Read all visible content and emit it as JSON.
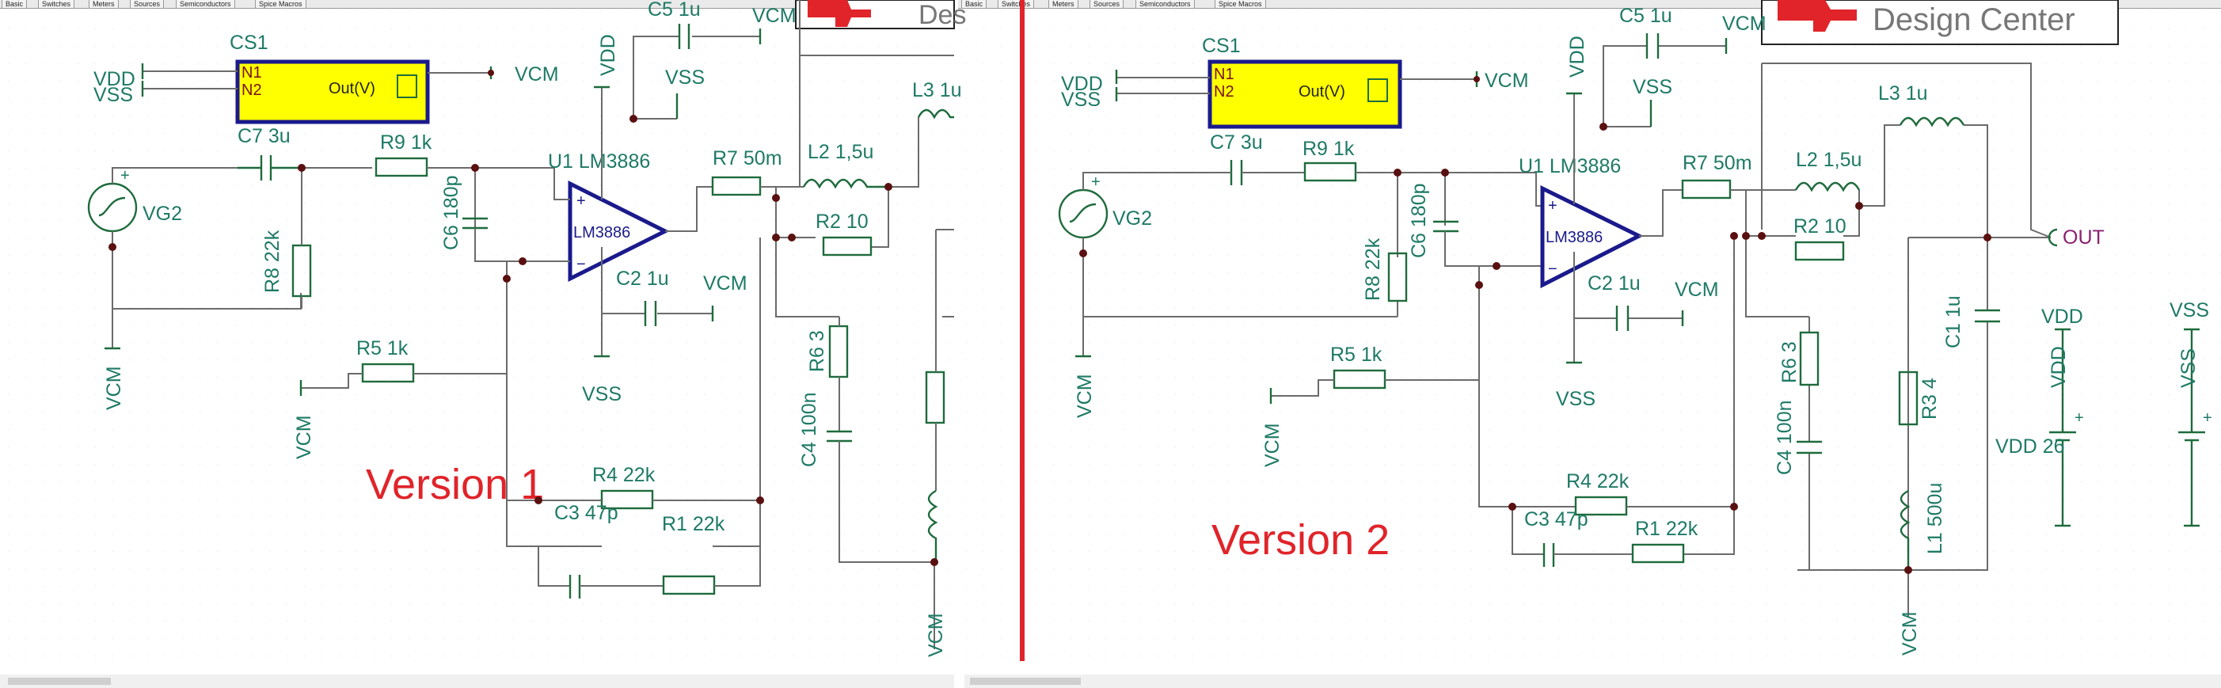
{
  "toolbar": {
    "left_tabs": [
      "Basic",
      "Switches",
      "Meters",
      "Sources",
      "Semiconductors",
      "Spice Macros"
    ],
    "right_tabs": [
      "Basic",
      "Switches",
      "Meters",
      "Sources",
      "Semiconductors",
      "Spice Macros"
    ]
  },
  "left": {
    "version": "Version 1",
    "labels": {
      "cs1": "CS1",
      "n1": "N1",
      "n2": "N2",
      "outv": "Out(V)",
      "vdd_in": "VDD",
      "vss_in": "VSS",
      "vcm_out": "VCM",
      "c7": "C7 3u",
      "r9": "R9 1k",
      "vg2": "VG2",
      "r8": "R8 22k",
      "vcm1": "VCM",
      "r5": "R5 1k",
      "vcm2": "VCM",
      "c6": "C6 180p",
      "u1": "U1 LM3886",
      "opamp": "LM3886",
      "vdd_top": "VDD",
      "c5": "C5 1u",
      "vcm_c5": "VCM",
      "vss_c5": "VSS",
      "r7": "R7 50m",
      "l2": "L2 1,5u",
      "r2": "R2 10",
      "l3": "L3 1u",
      "c2": "C2 1u",
      "vcm_c2": "VCM",
      "vss_op": "VSS",
      "r6": "R6 3",
      "c4": "C4 100n",
      "r4": "R4 22k",
      "c3": "C3 47p",
      "r1": "R1 22k",
      "vcm_bot": "VCM",
      "design": "Des"
    }
  },
  "right": {
    "version": "Version 2",
    "labels": {
      "cs1": "CS1",
      "n1": "N1",
      "n2": "N2",
      "outv": "Out(V)",
      "vdd_in": "VDD",
      "vss_in": "VSS",
      "vcm_out": "VCM",
      "c7": "C7 3u",
      "r9": "R9 1k",
      "vg2": "VG2",
      "r8": "R8 22k",
      "vcm1": "VCM",
      "r5": "R5 1k",
      "vcm2": "VCM",
      "c6": "C6 180p",
      "u1": "U1 LM3886",
      "opamp": "LM3886",
      "vdd_top": "VDD",
      "c5": "C5 1u",
      "vcm_c5": "VCM",
      "vss_c5": "VSS",
      "r7": "R7 50m",
      "l2": "L2 1,5u",
      "r2": "R2 10",
      "l3": "L3 1u",
      "c2": "C2 1u",
      "vcm_c2": "VCM",
      "vss_op": "VSS",
      "r6": "R6 3",
      "c4": "C4 100n",
      "r4": "R4 22k",
      "c3": "C3 47p",
      "r1": "R1 22k",
      "vcm_bot": "VCM",
      "out": "OUT",
      "c1": "C1 1u",
      "r3": "R3 4",
      "l1": "L1 500u",
      "vdd_src": "VDD",
      "vdd26": "VDD 26",
      "vss_src": "VSS",
      "vdd_bat": "VDD",
      "vss_bat": "VSS",
      "plus": "+",
      "design": "Design Center"
    }
  },
  "colors": {
    "accent_red": "#e0242a",
    "comp_green": "#1e6b3c",
    "label_teal": "#1e7a66",
    "sensor_yellow": "#ffff00",
    "sensor_border": "#1a1a8c",
    "opamp_blue": "#1a1a8c"
  }
}
